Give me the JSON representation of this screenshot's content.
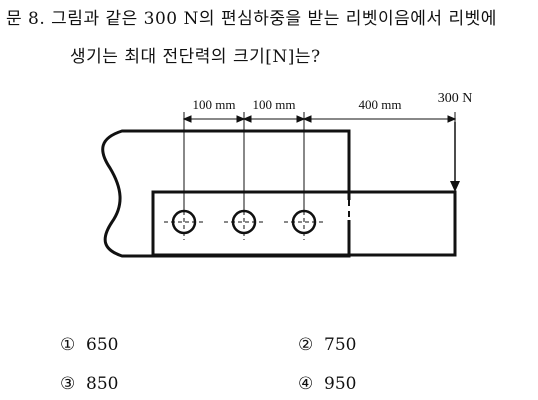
{
  "question": {
    "line1": "문  8.  그림과  같은  300 N의  편심하중을  받는  리벳이음에서  리벳에",
    "line2": "생기는 최대 전단력의 크기[N]는?"
  },
  "figure": {
    "load_label": "300 N",
    "dims": [
      "100 mm",
      "100 mm",
      "400 mm"
    ]
  },
  "choices": [
    {
      "num": "①",
      "value": "650"
    },
    {
      "num": "②",
      "value": "750"
    },
    {
      "num": "③",
      "value": "850"
    },
    {
      "num": "④",
      "value": "950"
    }
  ]
}
